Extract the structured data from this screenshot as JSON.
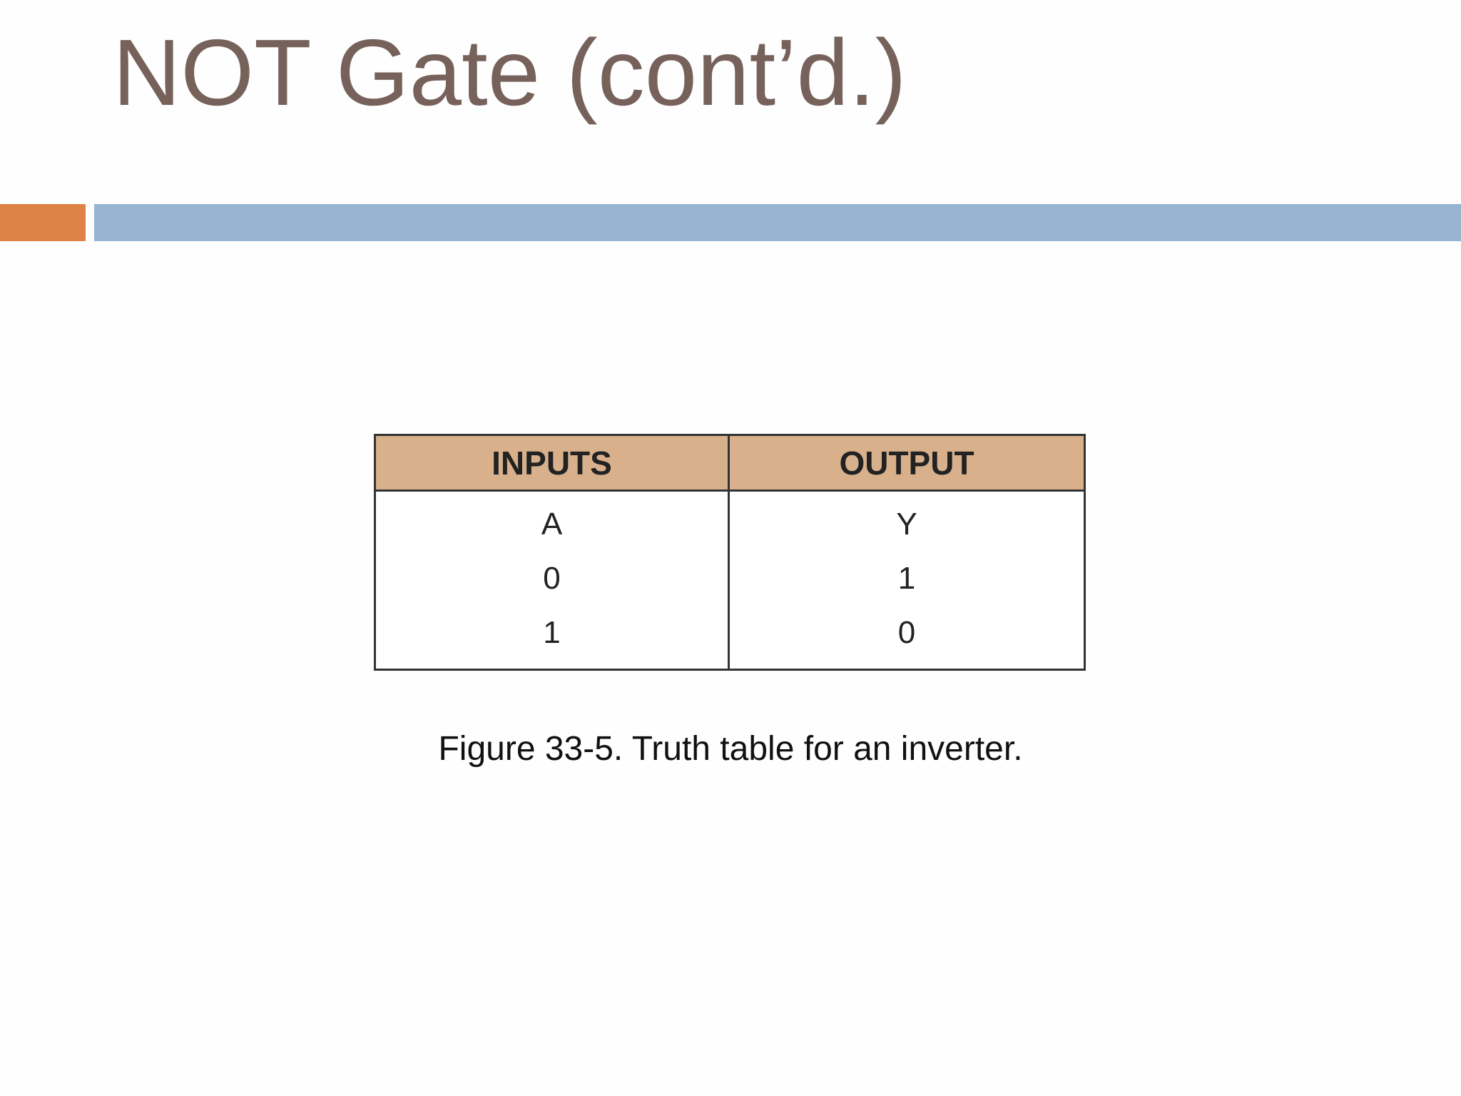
{
  "slide": {
    "title": "NOT Gate (cont’d.)",
    "accent_color": "#df8246",
    "bar_color": "#97b5d1",
    "title_color": "#76625a"
  },
  "truth_table": {
    "header_color": "#d8b18c",
    "headers": [
      "INPUTS",
      "OUTPUT"
    ],
    "subheaders": [
      "A",
      "Y"
    ],
    "rows": [
      [
        "0",
        "1"
      ],
      [
        "1",
        "0"
      ]
    ]
  },
  "caption": "Figure 33-5. Truth table for an inverter."
}
